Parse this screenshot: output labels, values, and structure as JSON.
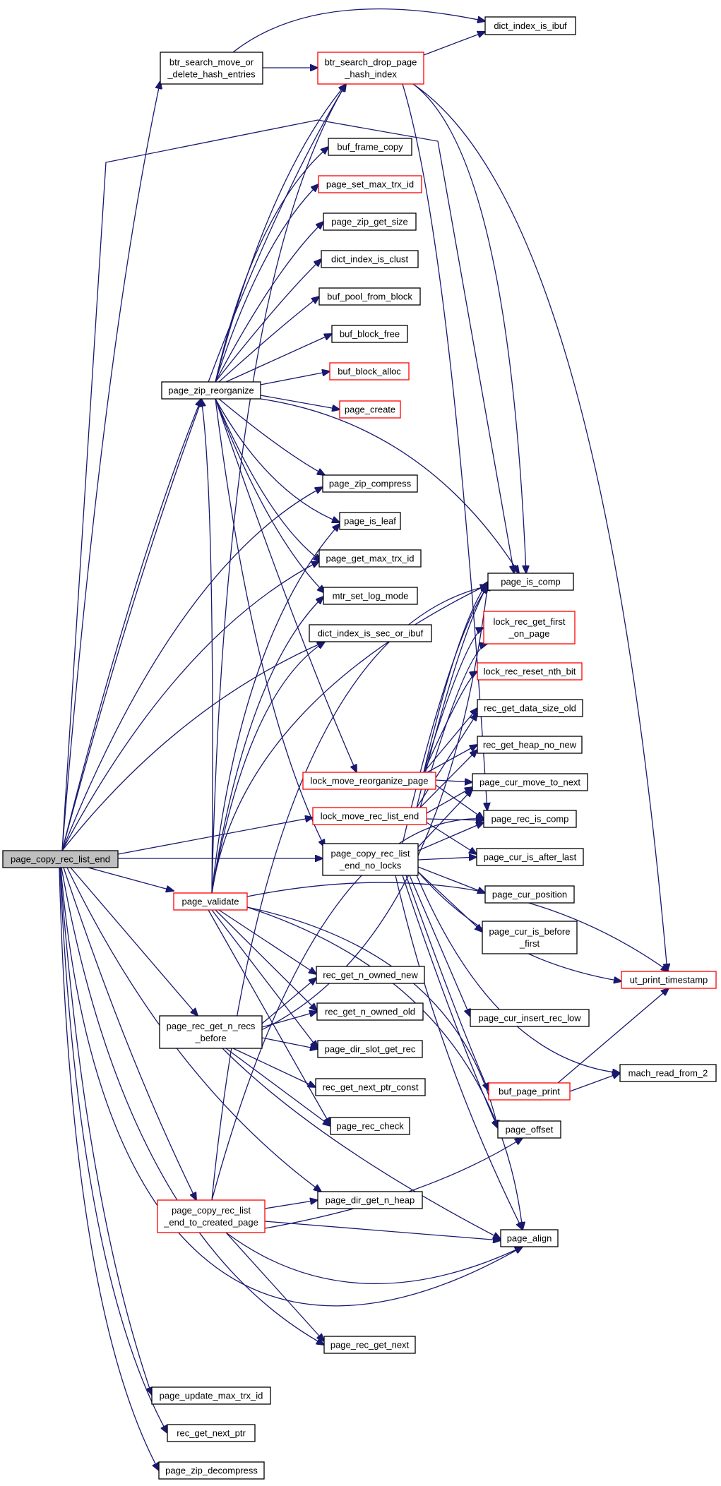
{
  "graph": {
    "edge_color": "#191970",
    "nodes": [
      {
        "id": "page_copy_rec_list_end",
        "lines": [
          "page_copy_rec_list_end"
        ],
        "style": "root"
      },
      {
        "id": "btr_search_move_or_delete_hash_entries",
        "lines": [
          "btr_search_move_or",
          "_delete_hash_entries"
        ],
        "style": "normal"
      },
      {
        "id": "dict_index_is_ibuf",
        "lines": [
          "dict_index_is_ibuf"
        ],
        "style": "normal"
      },
      {
        "id": "btr_search_drop_page_hash_index",
        "lines": [
          "btr_search_drop_page",
          "_hash_index"
        ],
        "style": "red"
      },
      {
        "id": "buf_frame_copy",
        "lines": [
          "buf_frame_copy"
        ],
        "style": "normal"
      },
      {
        "id": "page_set_max_trx_id",
        "lines": [
          "page_set_max_trx_id"
        ],
        "style": "red"
      },
      {
        "id": "page_zip_get_size",
        "lines": [
          "page_zip_get_size"
        ],
        "style": "normal"
      },
      {
        "id": "dict_index_is_clust",
        "lines": [
          "dict_index_is_clust"
        ],
        "style": "normal"
      },
      {
        "id": "buf_pool_from_block",
        "lines": [
          "buf_pool_from_block"
        ],
        "style": "normal"
      },
      {
        "id": "buf_block_free",
        "lines": [
          "buf_block_free"
        ],
        "style": "normal"
      },
      {
        "id": "buf_block_alloc",
        "lines": [
          "buf_block_alloc"
        ],
        "style": "red"
      },
      {
        "id": "page_zip_reorganize",
        "lines": [
          "page_zip_reorganize"
        ],
        "style": "normal"
      },
      {
        "id": "page_create",
        "lines": [
          "page_create"
        ],
        "style": "red"
      },
      {
        "id": "page_zip_compress",
        "lines": [
          "page_zip_compress"
        ],
        "style": "normal"
      },
      {
        "id": "page_is_leaf",
        "lines": [
          "page_is_leaf"
        ],
        "style": "normal"
      },
      {
        "id": "page_get_max_trx_id",
        "lines": [
          "page_get_max_trx_id"
        ],
        "style": "normal"
      },
      {
        "id": "page_is_comp",
        "lines": [
          "page_is_comp"
        ],
        "style": "normal"
      },
      {
        "id": "mtr_set_log_mode",
        "lines": [
          "mtr_set_log_mode"
        ],
        "style": "normal"
      },
      {
        "id": "lock_rec_get_first_on_page",
        "lines": [
          "lock_rec_get_first",
          "_on_page"
        ],
        "style": "red"
      },
      {
        "id": "dict_index_is_sec_or_ibuf",
        "lines": [
          "dict_index_is_sec_or_ibuf"
        ],
        "style": "normal"
      },
      {
        "id": "lock_rec_reset_nth_bit",
        "lines": [
          "lock_rec_reset_nth_bit"
        ],
        "style": "red"
      },
      {
        "id": "rec_get_data_size_old",
        "lines": [
          "rec_get_data_size_old"
        ],
        "style": "normal"
      },
      {
        "id": "rec_get_heap_no_new",
        "lines": [
          "rec_get_heap_no_new"
        ],
        "style": "normal"
      },
      {
        "id": "lock_move_reorganize_page",
        "lines": [
          "lock_move_reorganize_page"
        ],
        "style": "red"
      },
      {
        "id": "page_cur_move_to_next",
        "lines": [
          "page_cur_move_to_next"
        ],
        "style": "normal"
      },
      {
        "id": "lock_move_rec_list_end",
        "lines": [
          "lock_move_rec_list_end"
        ],
        "style": "red"
      },
      {
        "id": "page_rec_is_comp",
        "lines": [
          "page_rec_is_comp"
        ],
        "style": "normal"
      },
      {
        "id": "page_copy_rec_list_end_no_locks",
        "lines": [
          "page_copy_rec_list",
          "_end_no_locks"
        ],
        "style": "normal"
      },
      {
        "id": "page_cur_is_after_last",
        "lines": [
          "page_cur_is_after_last"
        ],
        "style": "normal"
      },
      {
        "id": "page_cur_position",
        "lines": [
          "page_cur_position"
        ],
        "style": "normal"
      },
      {
        "id": "page_validate",
        "lines": [
          "page_validate"
        ],
        "style": "red"
      },
      {
        "id": "page_cur_is_before_first",
        "lines": [
          "page_cur_is_before",
          "_first"
        ],
        "style": "normal"
      },
      {
        "id": "rec_get_n_owned_new",
        "lines": [
          "rec_get_n_owned_new"
        ],
        "style": "normal"
      },
      {
        "id": "ut_print_timestamp",
        "lines": [
          "ut_print_timestamp"
        ],
        "style": "red"
      },
      {
        "id": "rec_get_n_owned_old",
        "lines": [
          "rec_get_n_owned_old"
        ],
        "style": "normal"
      },
      {
        "id": "page_cur_insert_rec_low",
        "lines": [
          "page_cur_insert_rec_low"
        ],
        "style": "normal"
      },
      {
        "id": "page_rec_get_n_recs_before",
        "lines": [
          "page_rec_get_n_recs",
          "_before"
        ],
        "style": "normal"
      },
      {
        "id": "page_dir_slot_get_rec",
        "lines": [
          "page_dir_slot_get_rec"
        ],
        "style": "normal"
      },
      {
        "id": "mach_read_from_2",
        "lines": [
          "mach_read_from_2"
        ],
        "style": "normal"
      },
      {
        "id": "rec_get_next_ptr_const",
        "lines": [
          "rec_get_next_ptr_const"
        ],
        "style": "normal"
      },
      {
        "id": "buf_page_print",
        "lines": [
          "buf_page_print"
        ],
        "style": "red"
      },
      {
        "id": "page_rec_check",
        "lines": [
          "page_rec_check"
        ],
        "style": "normal"
      },
      {
        "id": "page_offset",
        "lines": [
          "page_offset"
        ],
        "style": "normal"
      },
      {
        "id": "page_copy_rec_list_end_to_created_page",
        "lines": [
          "page_copy_rec_list",
          "_end_to_created_page"
        ],
        "style": "red"
      },
      {
        "id": "page_dir_get_n_heap",
        "lines": [
          "page_dir_get_n_heap"
        ],
        "style": "normal"
      },
      {
        "id": "page_align",
        "lines": [
          "page_align"
        ],
        "style": "normal"
      },
      {
        "id": "page_rec_get_next",
        "lines": [
          "page_rec_get_next"
        ],
        "style": "normal"
      },
      {
        "id": "page_update_max_trx_id",
        "lines": [
          "page_update_max_trx_id"
        ],
        "style": "normal"
      },
      {
        "id": "rec_get_next_ptr",
        "lines": [
          "rec_get_next_ptr"
        ],
        "style": "normal"
      },
      {
        "id": "page_zip_decompress",
        "lines": [
          "page_zip_decompress"
        ],
        "style": "normal"
      }
    ]
  }
}
